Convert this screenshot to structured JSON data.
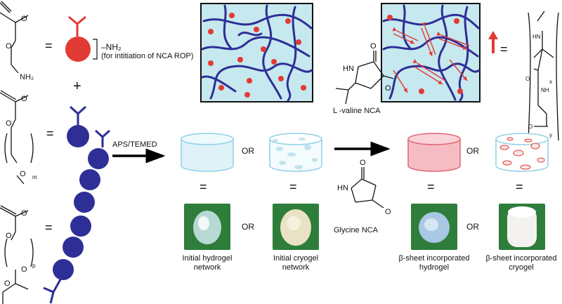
{
  "colors": {
    "red": "#e23a35",
    "blue": "#2e2f96",
    "box_fill": "#c6e8ef",
    "hydrogel": "#8fd0e6",
    "beta_gel": "#e87d88",
    "photo_green": "#2f7d3a"
  },
  "labels": {
    "equals": "=",
    "plus": "+",
    "or": "OR",
    "nh2_in_formula": "NH₂",
    "amine_group": "–NH₂",
    "amine_note": "(for intitiation of NCA ROP)",
    "initiator": "APS/TEMED",
    "valine_nca": "L -valine NCA",
    "glycine_nca": "Glycine NCA",
    "hn": "HN",
    "nh": "NH",
    "o": "O",
    "sub_m": "m",
    "sub_p": "p",
    "sub_x": "x",
    "sub_y": "y"
  },
  "captions": {
    "initial_hydrogel": "Initial hydrogel network",
    "initial_cryogel": "Initial cryogel network",
    "beta_hydrogel": "β-sheet incorporated hydrogel",
    "beta_cryogel": "β-sheet incorporated cryogel"
  }
}
